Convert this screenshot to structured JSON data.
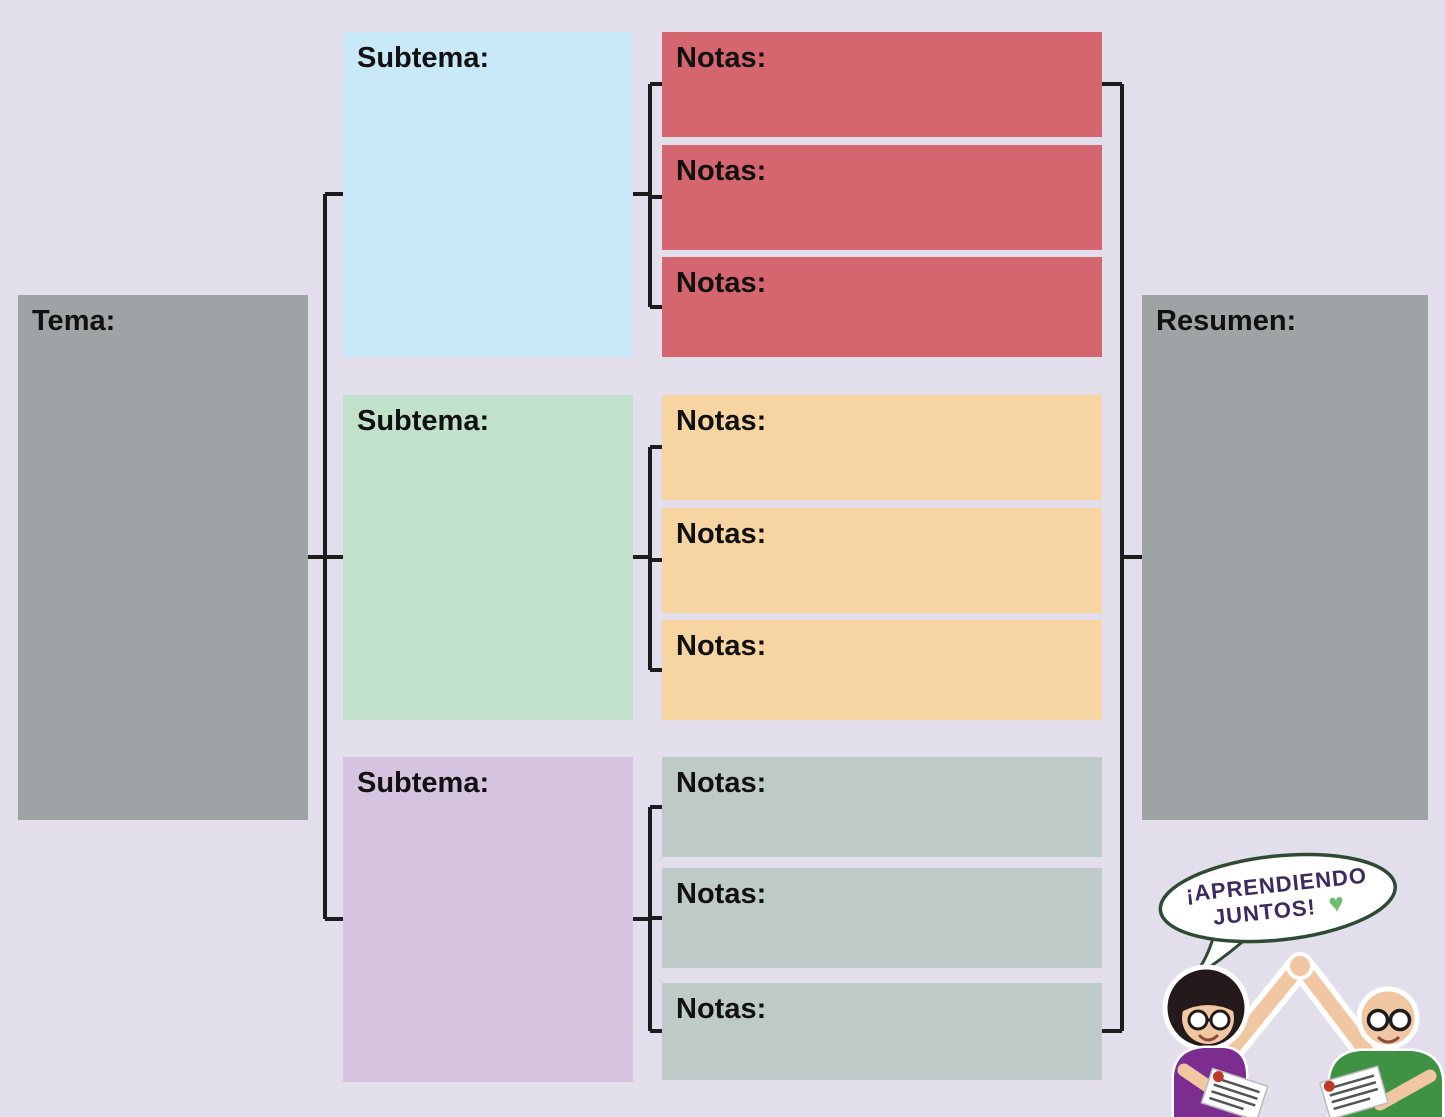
{
  "palette": {
    "background": "#E2DEEC",
    "gray_box": "#9EA4A6",
    "subtema_blue": "#C9E9F9",
    "subtema_green": "#C1E1CB",
    "subtema_purple": "#D6C3DF",
    "notas_red": "#D5666F",
    "notas_orange": "#F6D5A2",
    "notas_gray": "#BECAC8",
    "connector_line": "#1C1C1C",
    "bubble_text": "#3D2B5E",
    "heart_green": "#6FBE6F"
  },
  "tema": {
    "label": "Tema:"
  },
  "resumen": {
    "label": "Resumen:"
  },
  "subtemas": [
    {
      "label": "Subtema:",
      "notas": [
        {
          "label": "Notas:"
        },
        {
          "label": "Notas:"
        },
        {
          "label": "Notas:"
        }
      ]
    },
    {
      "label": "Subtema:",
      "notas": [
        {
          "label": "Notas:"
        },
        {
          "label": "Notas:"
        },
        {
          "label": "Notas:"
        }
      ]
    },
    {
      "label": "Subtema:",
      "notas": [
        {
          "label": "Notas:"
        },
        {
          "label": "Notas:"
        },
        {
          "label": "Notas:"
        }
      ]
    }
  ],
  "sticker": {
    "bubble_line1": "¡APRENDIENDO",
    "bubble_line2": "JUNTOS!",
    "heart": "♥"
  }
}
